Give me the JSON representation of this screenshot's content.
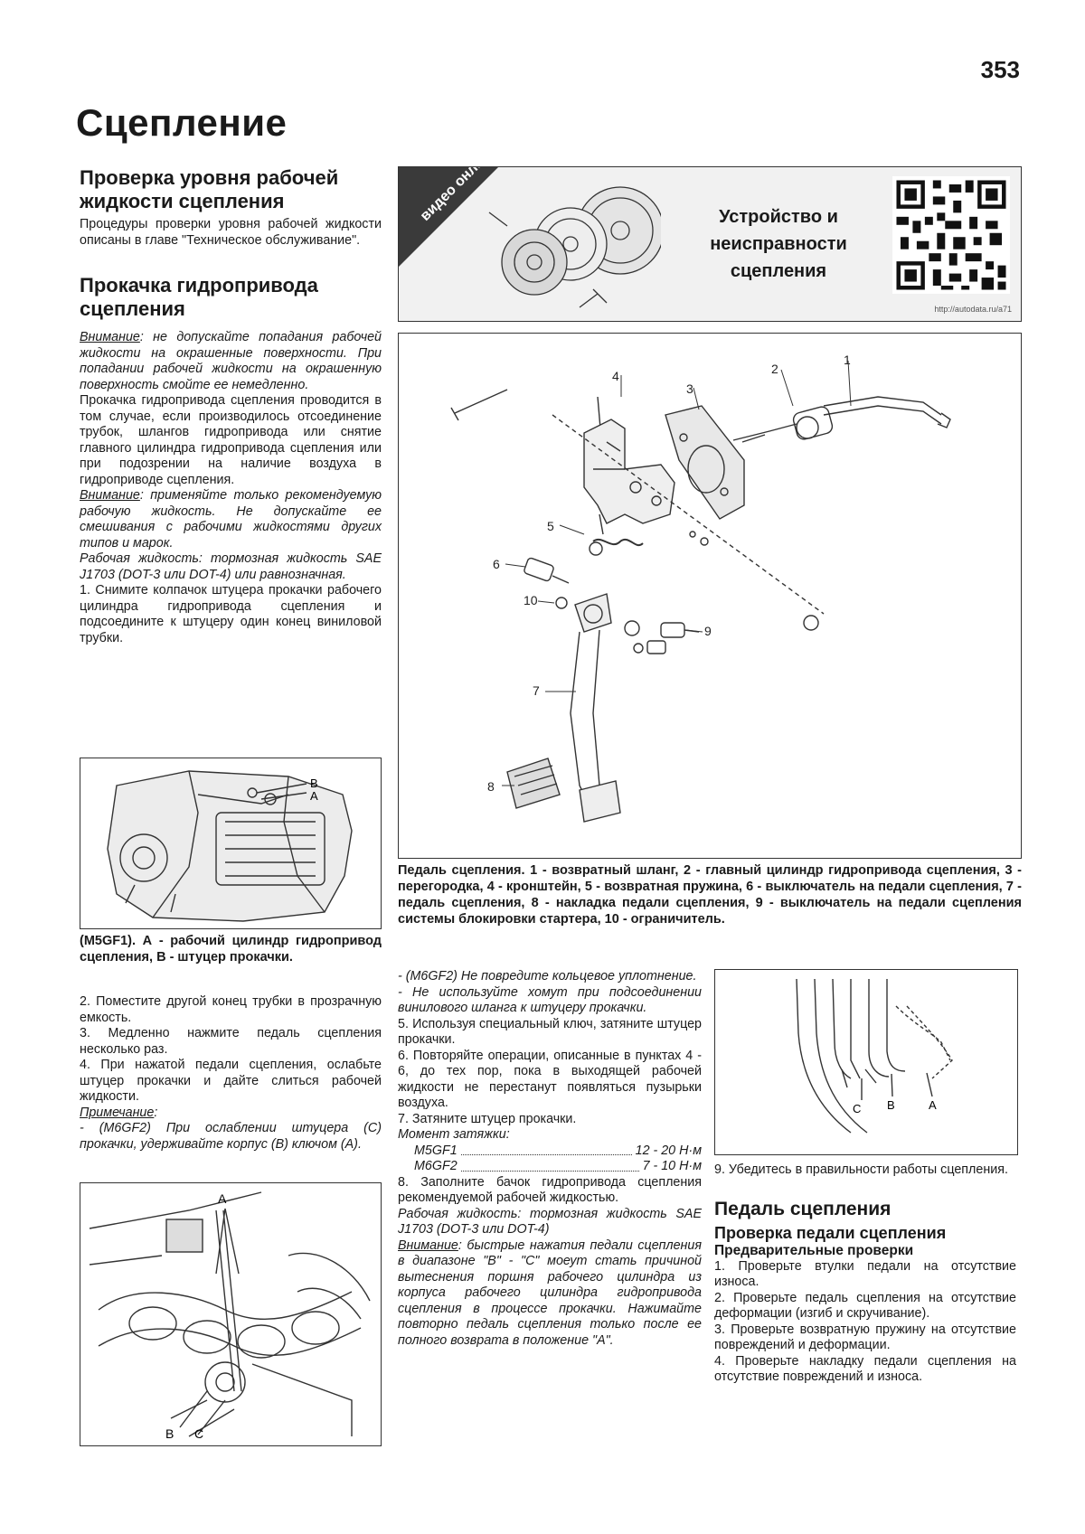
{
  "page": {
    "number": "353",
    "chapter_title": "Сцепление"
  },
  "left": {
    "s1_title": "Проверка уровня рабочей жидкости сцепления",
    "s1_text": "Процедуры проверки уровня рабочей жидкости описаны в главе \"Техническое обслуживание\".",
    "s2_title": "Прокачка гидропривода сцепления",
    "warn1_label": "Внимание",
    "warn1_text": ": не допускайте попадания рабочей жидкости на окрашенные поверхности. При попадании рабочей жидкости на окрашенную поверхность смойте ее немедленно.",
    "p1": "Прокачка гидропривода сцепления проводится в том случае, если производилось отсоединение трубок, шлангов гидропривода или снятие главного цилиндра гидропривода сцепления или при подозрении на наличие воздуха в гидроприводе сцепления.",
    "warn2_label": "Внимание",
    "warn2_text": ": применяйте только рекомендуемую рабочую жидкость. Не допускайте ее смешивания с рабочими жидкостями других типов и марок.",
    "fluid": "Рабочая жидкость: тормозная жидкость SAE J1703 (DOT-3 или DOT-4) или равнозначная.",
    "step1": "1. Снимите колпачок штуцера прокачки рабочего цилиндра гидропривода сцепления и подсоедините к штуцеру один конец виниловой трубки.",
    "fig1_caption": "(M5GF1). А - рабочий цилиндр гидропривод сцепления, В - штуцер прокачки.",
    "fig1_label_a": "A",
    "fig1_label_b": "B",
    "step2": "2. Поместите другой конец трубки в прозрачную емкость.",
    "step3": "3. Медленно нажмите педаль сцепления несколько раз.",
    "step4": "4. При нажатой педали сцепления, ослабьте штуцер прокачки и дайте слиться рабочей жидкости.",
    "note_label": "Примечание",
    "note_text": "- (M6GF2) При ослаблении штуцера (С) прокачки, удерживайте корпус (В) ключом (А).",
    "fig2_label_a": "A",
    "fig2_label_b": "B",
    "fig2_label_c": "C"
  },
  "video": {
    "tag": "видео онлайн",
    "title": "Устройство и неисправности сцепления",
    "url": "http://autodata.ru/a71"
  },
  "diagram": {
    "caption": "Педаль сцепления. 1 - возвратный шланг, 2 - главный цилиндр гидропривода сцепления, 3 - перегородка, 4 - кронштейн, 5 - возвратная пружина, 6 - выключатель на педали сцепления, 7 - педаль сцепления, 8 - накладка педали сцепления, 9 - выключатель на педали сцепления системы блокировки стартера, 10 - ограничитель.",
    "labels": [
      "1",
      "2",
      "3",
      "4",
      "5",
      "6",
      "7",
      "8",
      "9",
      "10"
    ]
  },
  "middle": {
    "n1": "- (M6GF2) Не повредите кольцевое уплотнение.",
    "n2": "- Не используйте хомут при подсоединении винилового шланга к штуцеру прокачки.",
    "step5": "5. Используя специальный ключ, затяните штуцер прокачки.",
    "step6": "6. Повторяйте операции, описанные в пунктах 4 - 6, до тех пор, пока в выходящей рабочей жидкости не перестанут появляться пузырьки воздуха.",
    "step7": "7. Затяните штуцер прокачки.",
    "torque_label": "Момент затяжки:",
    "torque_rows": [
      {
        "name": "M5GF1",
        "value": "12 - 20 Н·м"
      },
      {
        "name": "M6GF2",
        "value": "7 - 10 Н·м"
      }
    ],
    "step8": "8. Заполните бачок гидропривода сцепления рекомендуемой рабочей жидкостью.",
    "fluid": "Рабочая жидкость: тормозная жидкость SAE J1703 (DOT-3 или DOT-4)",
    "warn_label": "Внимание",
    "warn_text": ": быстрые нажатия педали сцепления в диапазоне \"В\" - \"С\" моеут стать причиной вытеснения поршня рабочего цилиндра из корпуса рабочего цилиндра гидропривода сцепления в процессе прокачки. Нажимайте повторно педаль сцепления только после ее полного возврата в положение \"А\"."
  },
  "right": {
    "fig_labels": [
      "C",
      "B",
      "A"
    ],
    "step9": "9. Убедитесь в правильности работы сцепления.",
    "s_title": "Педаль сцепления",
    "s_sub": "Проверка педали сцепления",
    "s_sub2": "Предварительные проверки",
    "c1": "1. Проверьте втулки педали на отсутствие износа.",
    "c2": "2. Проверьте педаль сцепления на отсутствие деформации (изгиб и скручивание).",
    "c3": "3. Проверьте возвратную пружину на отсутствие повреждений и деформации.",
    "c4": "4. Проверьте накладку педали сцепления на отсутствие повреждений и износа."
  }
}
